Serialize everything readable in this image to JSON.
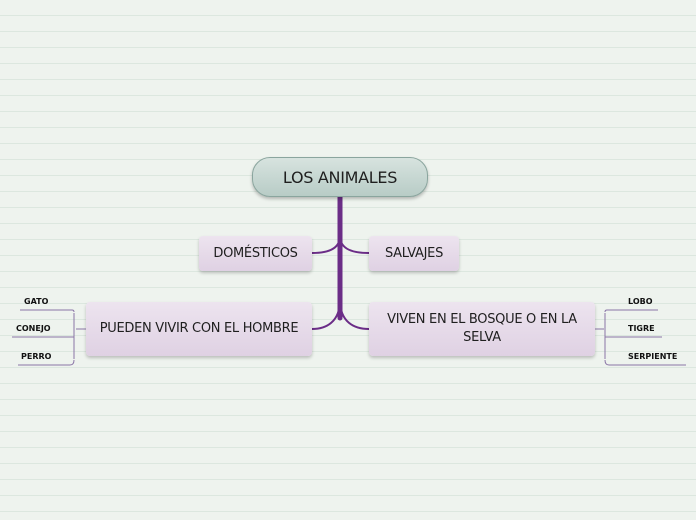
{
  "mindmap": {
    "root": {
      "label": "LOS ANIMALES"
    },
    "branches": [
      {
        "label": "DOMÉSTICOS"
      },
      {
        "label": "SALVAJES"
      },
      {
        "label": "PUEDEN VIVIR CON EL HOMBRE",
        "children": [
          "GATO",
          "CONEJO",
          "PERRO"
        ]
      },
      {
        "label": "VIVEN EN EL BOSQUE O EN LA SELVA",
        "children": [
          "LOBO",
          "TIGRE",
          "SERPIENTE"
        ]
      }
    ]
  },
  "colors": {
    "trunk": "#6b2d87",
    "branch_line": "#6b2d87",
    "leaf_line": "#8a74a6",
    "root_fill": "#c4d6d0",
    "node_fill": "#e6dcea",
    "background": "#eef3ee"
  }
}
